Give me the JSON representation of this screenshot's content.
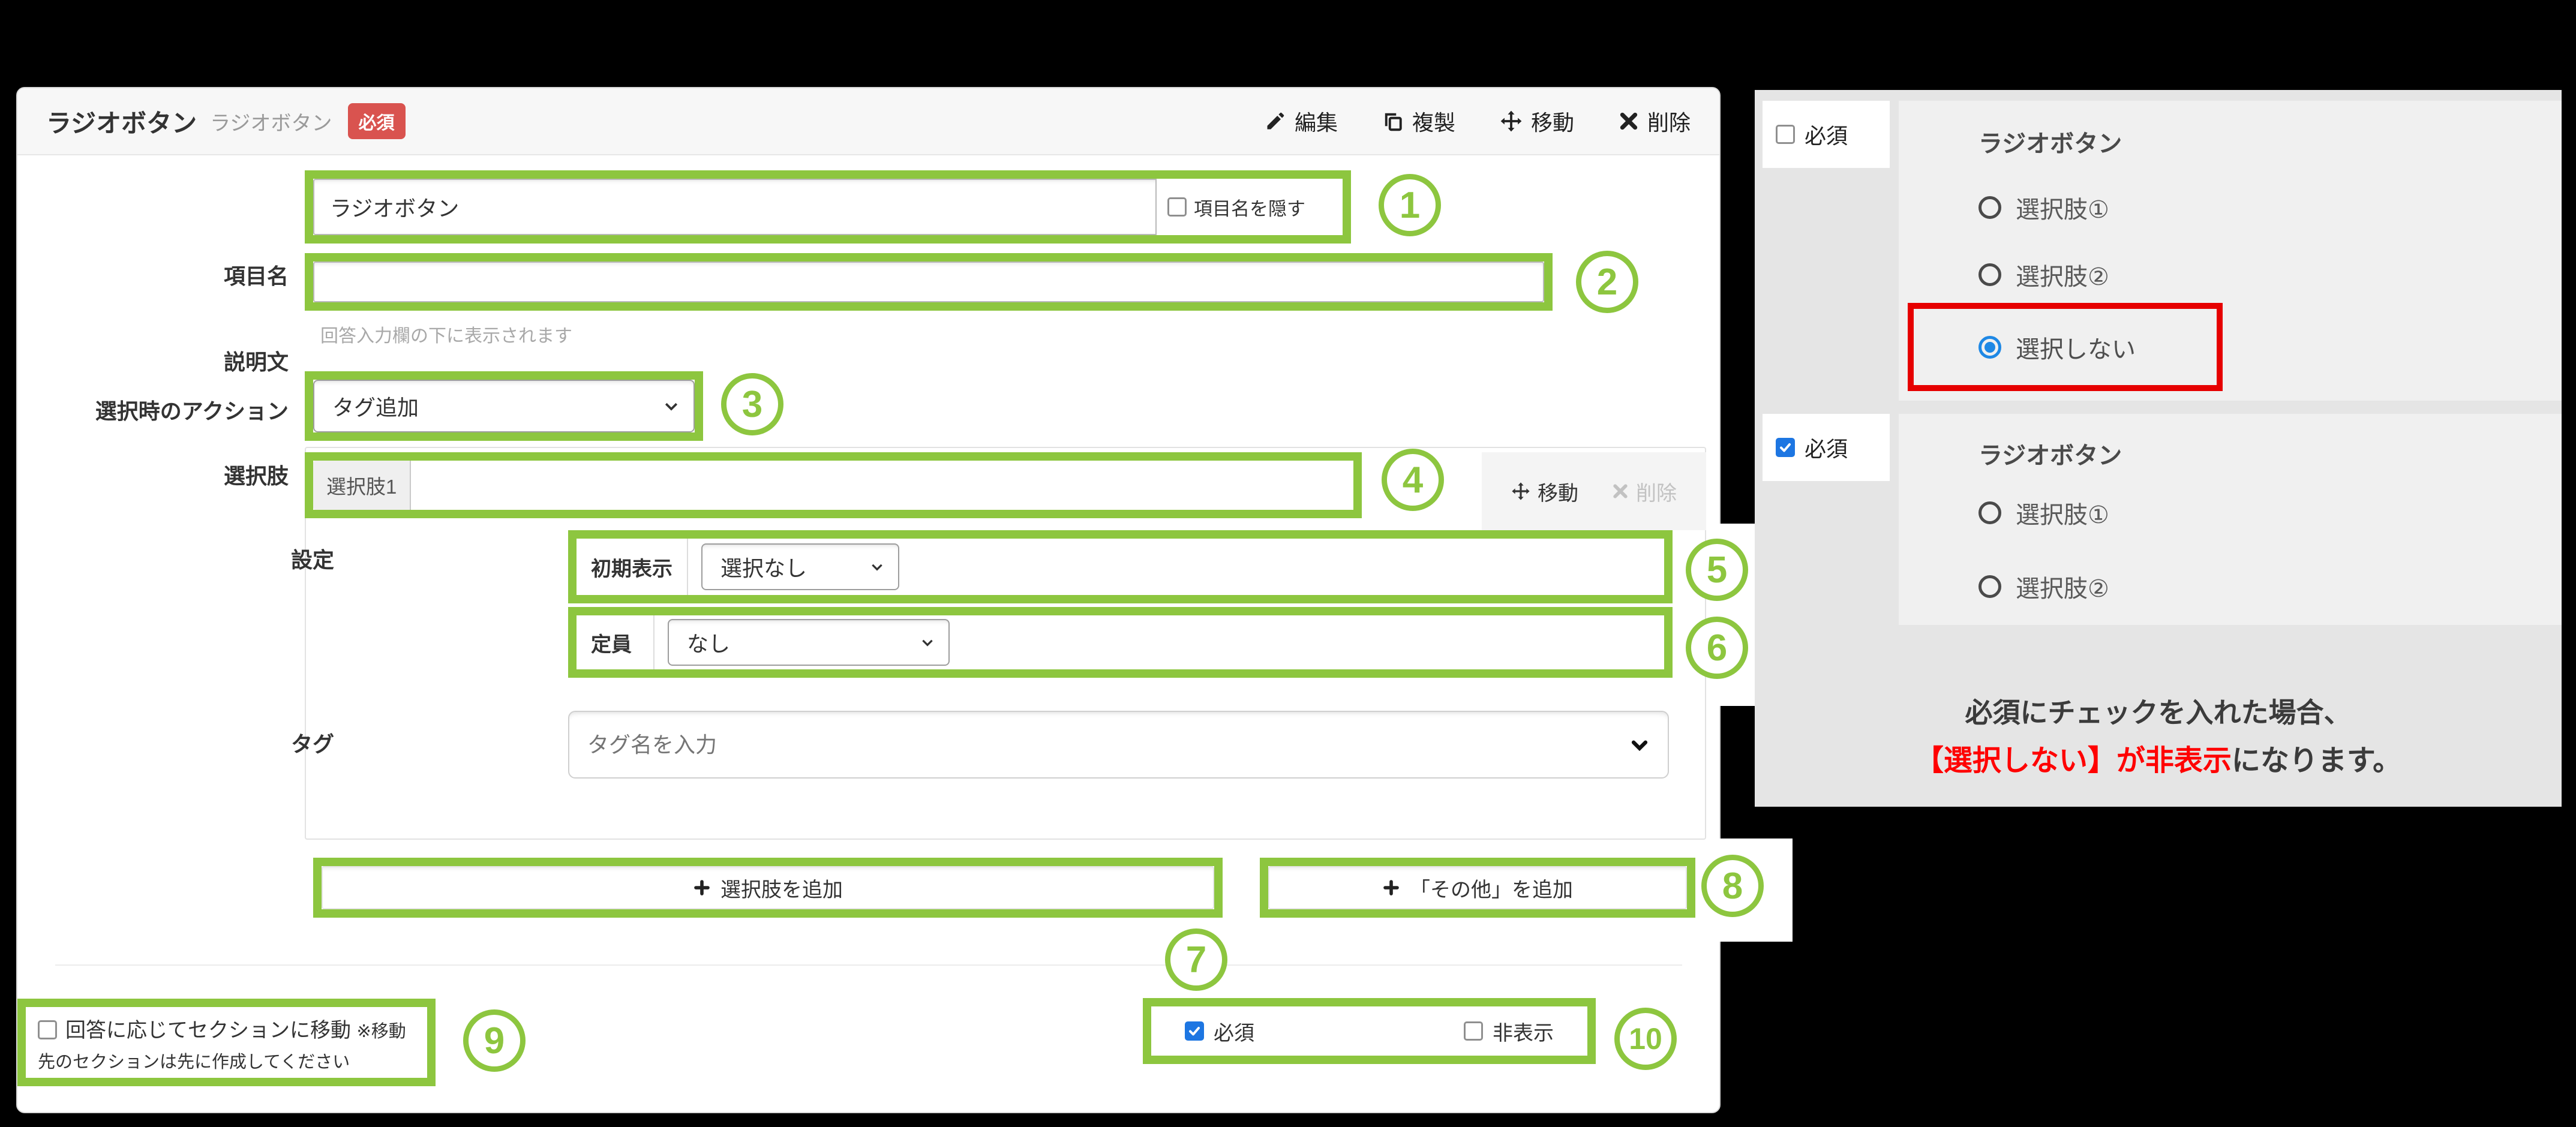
{
  "colors": {
    "annotation_green": "#8dc63f",
    "badge_red": "#d9534f",
    "highlight_red": "#e60000",
    "accent_blue": "#1d76e2"
  },
  "markers": {
    "m1": "1",
    "m2": "2",
    "m3": "3",
    "m4": "4",
    "m5": "5",
    "m6": "6",
    "m7": "7",
    "m8": "8",
    "m9": "9",
    "m10": "10"
  },
  "editor": {
    "header": {
      "title": "ラジオボタン",
      "subtitle": "ラジオボタン",
      "required_badge": "必須",
      "actions": [
        {
          "label": "編集",
          "icon": "pencil-icon"
        },
        {
          "label": "複製",
          "icon": "copy-icon"
        },
        {
          "label": "移動",
          "icon": "move-icon"
        },
        {
          "label": "削除",
          "icon": "delete-icon"
        }
      ]
    },
    "item_name": {
      "label": "項目名",
      "value": "ラジオボタン",
      "hide_checkbox_label": "項目名を隠す"
    },
    "description": {
      "label": "説明文",
      "value": "",
      "helper": "回答入力欄の下に表示されます"
    },
    "select_action": {
      "label": "選択時のアクション",
      "value": "タグ追加"
    },
    "choices": {
      "label": "選択肢",
      "prefix": "選択肢1",
      "value": "",
      "move_label": "移動",
      "delete_label": "削除"
    },
    "settings": {
      "label": "設定",
      "initial_display": {
        "label": "初期表示",
        "value": "選択なし"
      },
      "capacity": {
        "label": "定員",
        "value": "なし"
      }
    },
    "tag": {
      "label": "タグ",
      "placeholder": "タグ名を入力"
    },
    "add_choice_button": {
      "label": "選択肢を追加"
    },
    "add_other_button": {
      "label": "「その他」を追加"
    },
    "section_move": {
      "label": "回答に応じてセクションに移動",
      "note": "※移動先のセクションは先に作成してください"
    },
    "footer": {
      "required_label": "必須",
      "hidden_label": "非表示"
    }
  },
  "preview": {
    "groups": [
      {
        "required_label": "必須",
        "required_checked": false,
        "title": "ラジオボタン",
        "options": [
          {
            "label": "選択肢①",
            "selected": false
          },
          {
            "label": "選択肢②",
            "selected": false
          },
          {
            "label": "選択しない",
            "selected": true,
            "highlighted": true
          }
        ]
      },
      {
        "required_label": "必須",
        "required_checked": true,
        "title": "ラジオボタン",
        "options": [
          {
            "label": "選択肢①",
            "selected": false
          },
          {
            "label": "選択肢②",
            "selected": false
          }
        ]
      }
    ],
    "caption": {
      "line1": "必須にチェックを入れた場合、",
      "line2_red": "【選択しない】が非表示",
      "line2_rest": "になります。"
    }
  }
}
